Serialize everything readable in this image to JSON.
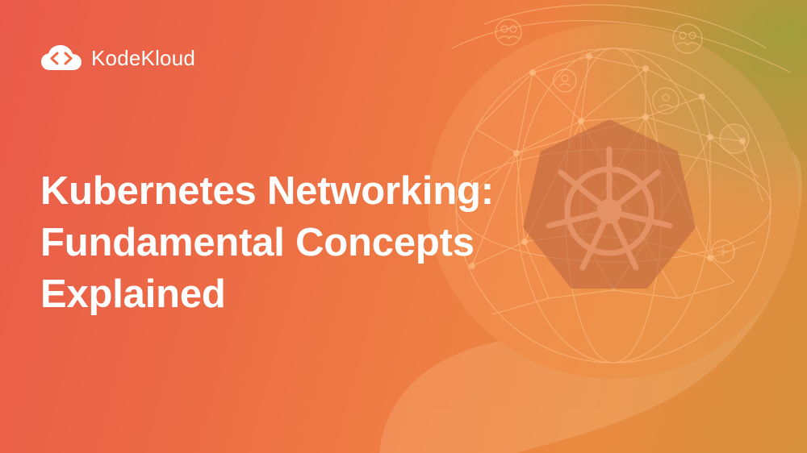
{
  "brand": {
    "name": "KodeKloud",
    "logo_icon": "cloud-code-icon"
  },
  "article": {
    "title_lines": [
      "Kubernetes Networking:",
      "Fundamental Concepts",
      "Explained"
    ]
  },
  "illustration": {
    "subject": "hand-holding-network-globe",
    "center_icon": "kubernetes-helm-wheel-icon",
    "node_icon": "people-network-icon"
  },
  "colors": {
    "gradient_left": "#e95a4a",
    "gradient_mid": "#ee7d43",
    "gradient_right": "#d6903e",
    "corner_olive": "#96a03c",
    "text": "#ffffff"
  }
}
